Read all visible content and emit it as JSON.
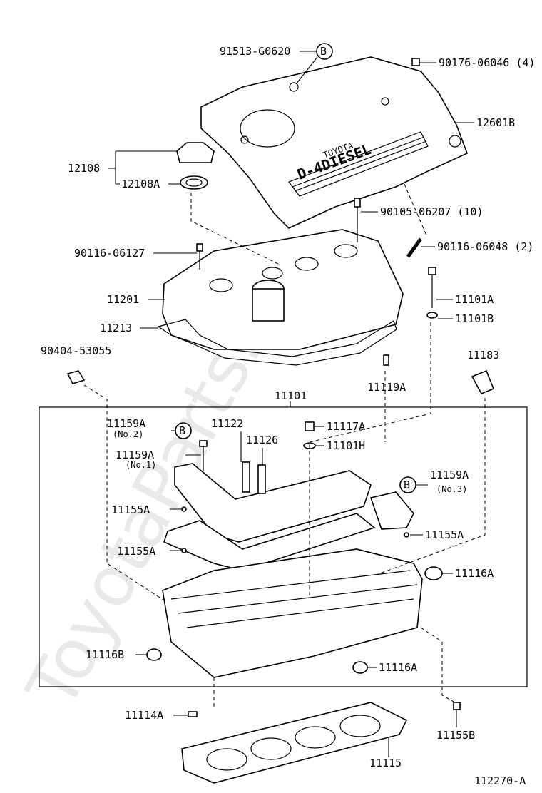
{
  "diagram": {
    "watermark": "ToyotaParts.ru",
    "figure_code": "112270-A",
    "callout_letter": "B",
    "cover_text": {
      "brand": "TOYOTA",
      "model": "D-4DIESEL"
    },
    "labels": {
      "p91513": "91513-G0620",
      "p90176": "90176-06046 (4)",
      "p12601B": "12601B",
      "p12108": "12108",
      "p12108A": "12108A",
      "p90105": "90105-06207 (10)",
      "p90116_127": "90116-06127",
      "p90116_048": "90116-06048 (2)",
      "p11201": "11201",
      "p11101A": "11101A",
      "p11213": "11213",
      "p11101B": "11101B",
      "p90404": "90404-53055",
      "p11183": "11183",
      "p11119A": "11119A",
      "p11101": "11101",
      "p11159A_no2": "11159A",
      "no2": "(No.2)",
      "p11122": "11122",
      "p11126": "11126",
      "p11117A": "11117A",
      "p11101H": "11101H",
      "p11159A_no1": "11159A",
      "no1": "(No.1)",
      "p11159A_no3": "11159A",
      "no3": "(No.3)",
      "p11155A_1": "11155A",
      "p11155A_2": "11155A",
      "p11155A_3": "11155A",
      "p11116A_1": "11116A",
      "p11116B": "11116B",
      "p11116A_2": "11116A",
      "p11114A": "11114A",
      "p11155B": "11155B",
      "p11115": "11115"
    }
  }
}
